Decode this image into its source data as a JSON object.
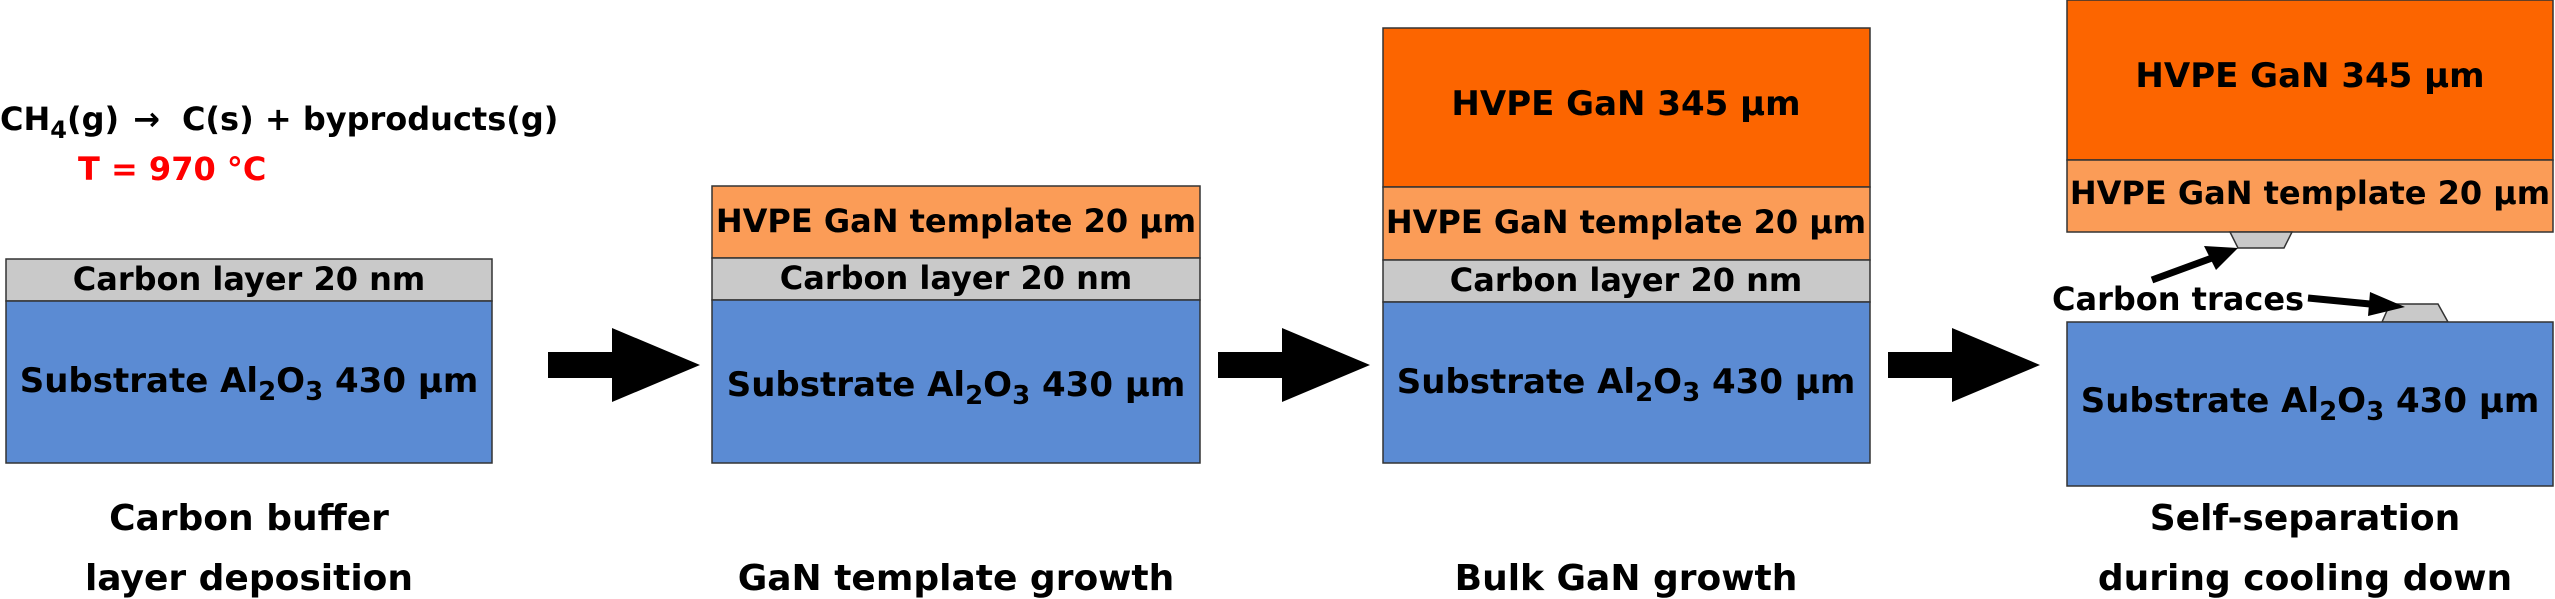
{
  "colors": {
    "substrate": "#5b8bd3",
    "carbon": "#c9c9c9",
    "gan_template": "#fb9c57",
    "gan_bulk": "#fc6500",
    "temperature": "#ff0000",
    "text": "#000000",
    "outline": "#333333"
  },
  "reaction": {
    "lhs_main": "CH",
    "lhs_sub": "4",
    "lhs_rest": "(g)",
    "arrow": "→",
    "rhs": "C(s) + byproducts(g)",
    "temperature": "T = 970 °C"
  },
  "labels": {
    "substrate_prefix": "Substrate Al",
    "substrate_sub1": "2",
    "substrate_mid": "O",
    "substrate_sub2": "3",
    "substrate_suffix": " 430 μm",
    "carbon": "Carbon layer 20 nm",
    "template": "HVPE GaN template 20 μm",
    "bulk": "HVPE GaN 345 μm",
    "carbon_traces": "Carbon traces"
  },
  "steps": [
    {
      "caption_line1": "Carbon buffer",
      "caption_line2": "layer deposition"
    },
    {
      "caption_line1": "",
      "caption_line2": "GaN template growth"
    },
    {
      "caption_line1": "",
      "caption_line2": "Bulk GaN growth"
    },
    {
      "caption_line1": "Self-separation",
      "caption_line2": "during cooling down"
    }
  ]
}
